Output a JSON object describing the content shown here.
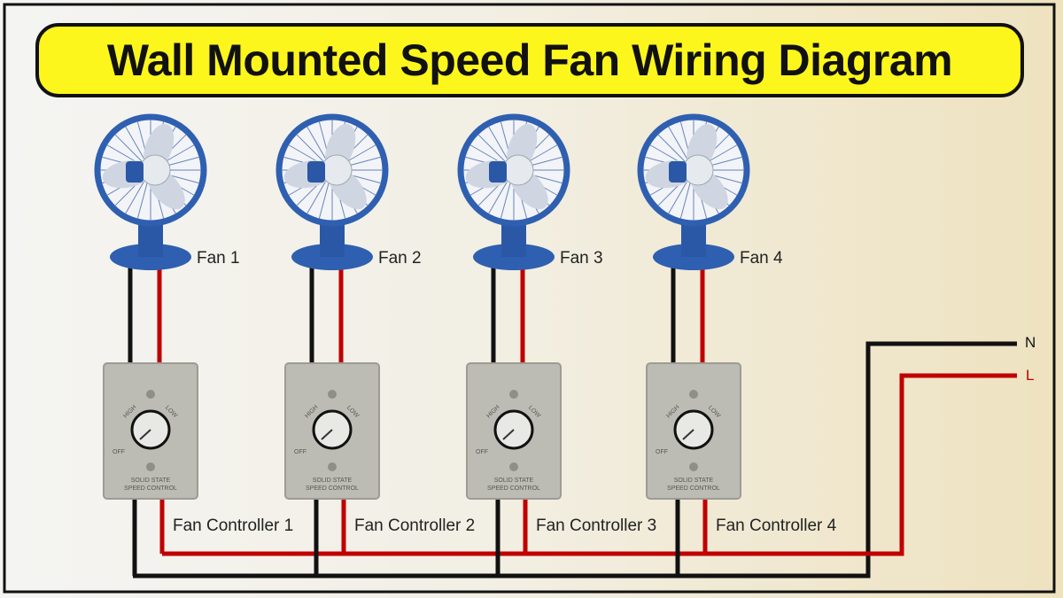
{
  "title": "Wall Mounted Speed Fan Wiring Diagram",
  "fans": [
    {
      "label": "Fan 1",
      "controller_label": "Fan Controller 1"
    },
    {
      "label": "Fan 2",
      "controller_label": "Fan Controller 2"
    },
    {
      "label": "Fan 3",
      "controller_label": "Fan Controller 3"
    },
    {
      "label": "Fan 4",
      "controller_label": "Fan Controller 4"
    }
  ],
  "controller_plate": {
    "high": "HIGH",
    "low": "LOW",
    "off": "OFF",
    "line1": "SOLID STATE",
    "line2": "SPEED CONTROL"
  },
  "supply": {
    "neutral": "N",
    "live": "L"
  },
  "colors": {
    "neutral_wire": "#111111",
    "live_wire": "#c00000",
    "fan_blue": "#2f5fb0",
    "banner": "#fdf61c"
  }
}
